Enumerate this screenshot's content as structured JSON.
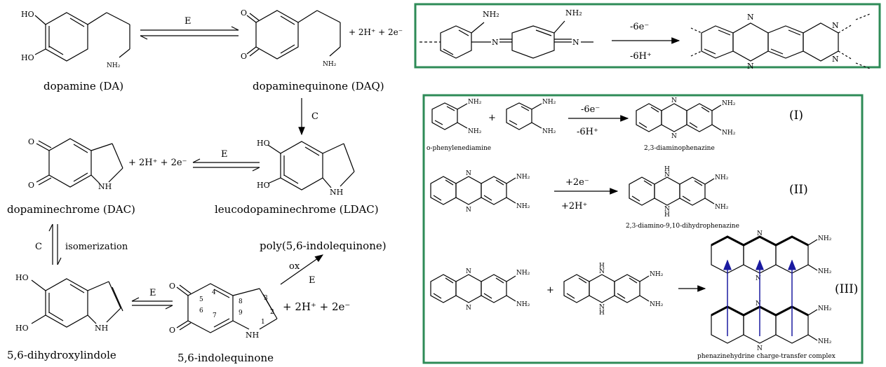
{
  "compounds": {
    "da": "dopamine (DA)",
    "daq": "dopaminequinone (DAQ)",
    "dac": "dopaminechrome (DAC)",
    "ldac": "leucodopaminechrome (LDAC)",
    "dhi": "5,6-dihydroxylindole",
    "iq": "5,6-indolequinone",
    "poly": "poly(5,6-indolequinone)"
  },
  "arrows": {
    "e": "E",
    "c": "C",
    "isomerization": "isomerization",
    "ox": "ox"
  },
  "species": {
    "h2_2e_a": "+ 2H⁺ + 2e⁻",
    "h2_2e_b": "+ 2H⁺ + 2e⁻",
    "h2_2e_c": "+ 2H⁺ + 2e⁻"
  },
  "atoms": {
    "ho": "HO",
    "o": "O",
    "nh": "NH",
    "nh2": "NH₂",
    "n": "N",
    "h": "H"
  },
  "ring_numbers": [
    "1",
    "2",
    "3",
    "4",
    "5",
    "6",
    "7",
    "8",
    "9"
  ],
  "top_box": {
    "minus_6e": "-6e⁻",
    "minus_6h": "-6H⁺"
  },
  "bottom_box": {
    "reaction1_top": "-6e⁻",
    "reaction1_bottom": "-6H⁺",
    "reaction2_top": "+2e⁻",
    "reaction2_bottom": "+2H⁺",
    "plus": "+",
    "label_opd": "o-phenylenediamine",
    "label_dap": "2,3-diaminophenazine",
    "label_dhdap": "2,3-diamino-9,10-dihydrophenazine",
    "label_complex": "phenazinehydrine charge-transfer complex",
    "roman_1": "(I)",
    "roman_2": "(II)",
    "roman_3": "(III)"
  },
  "colors": {
    "box_border": "#2e8b57",
    "charge_transfer_arrows": "#1a1aa0"
  }
}
